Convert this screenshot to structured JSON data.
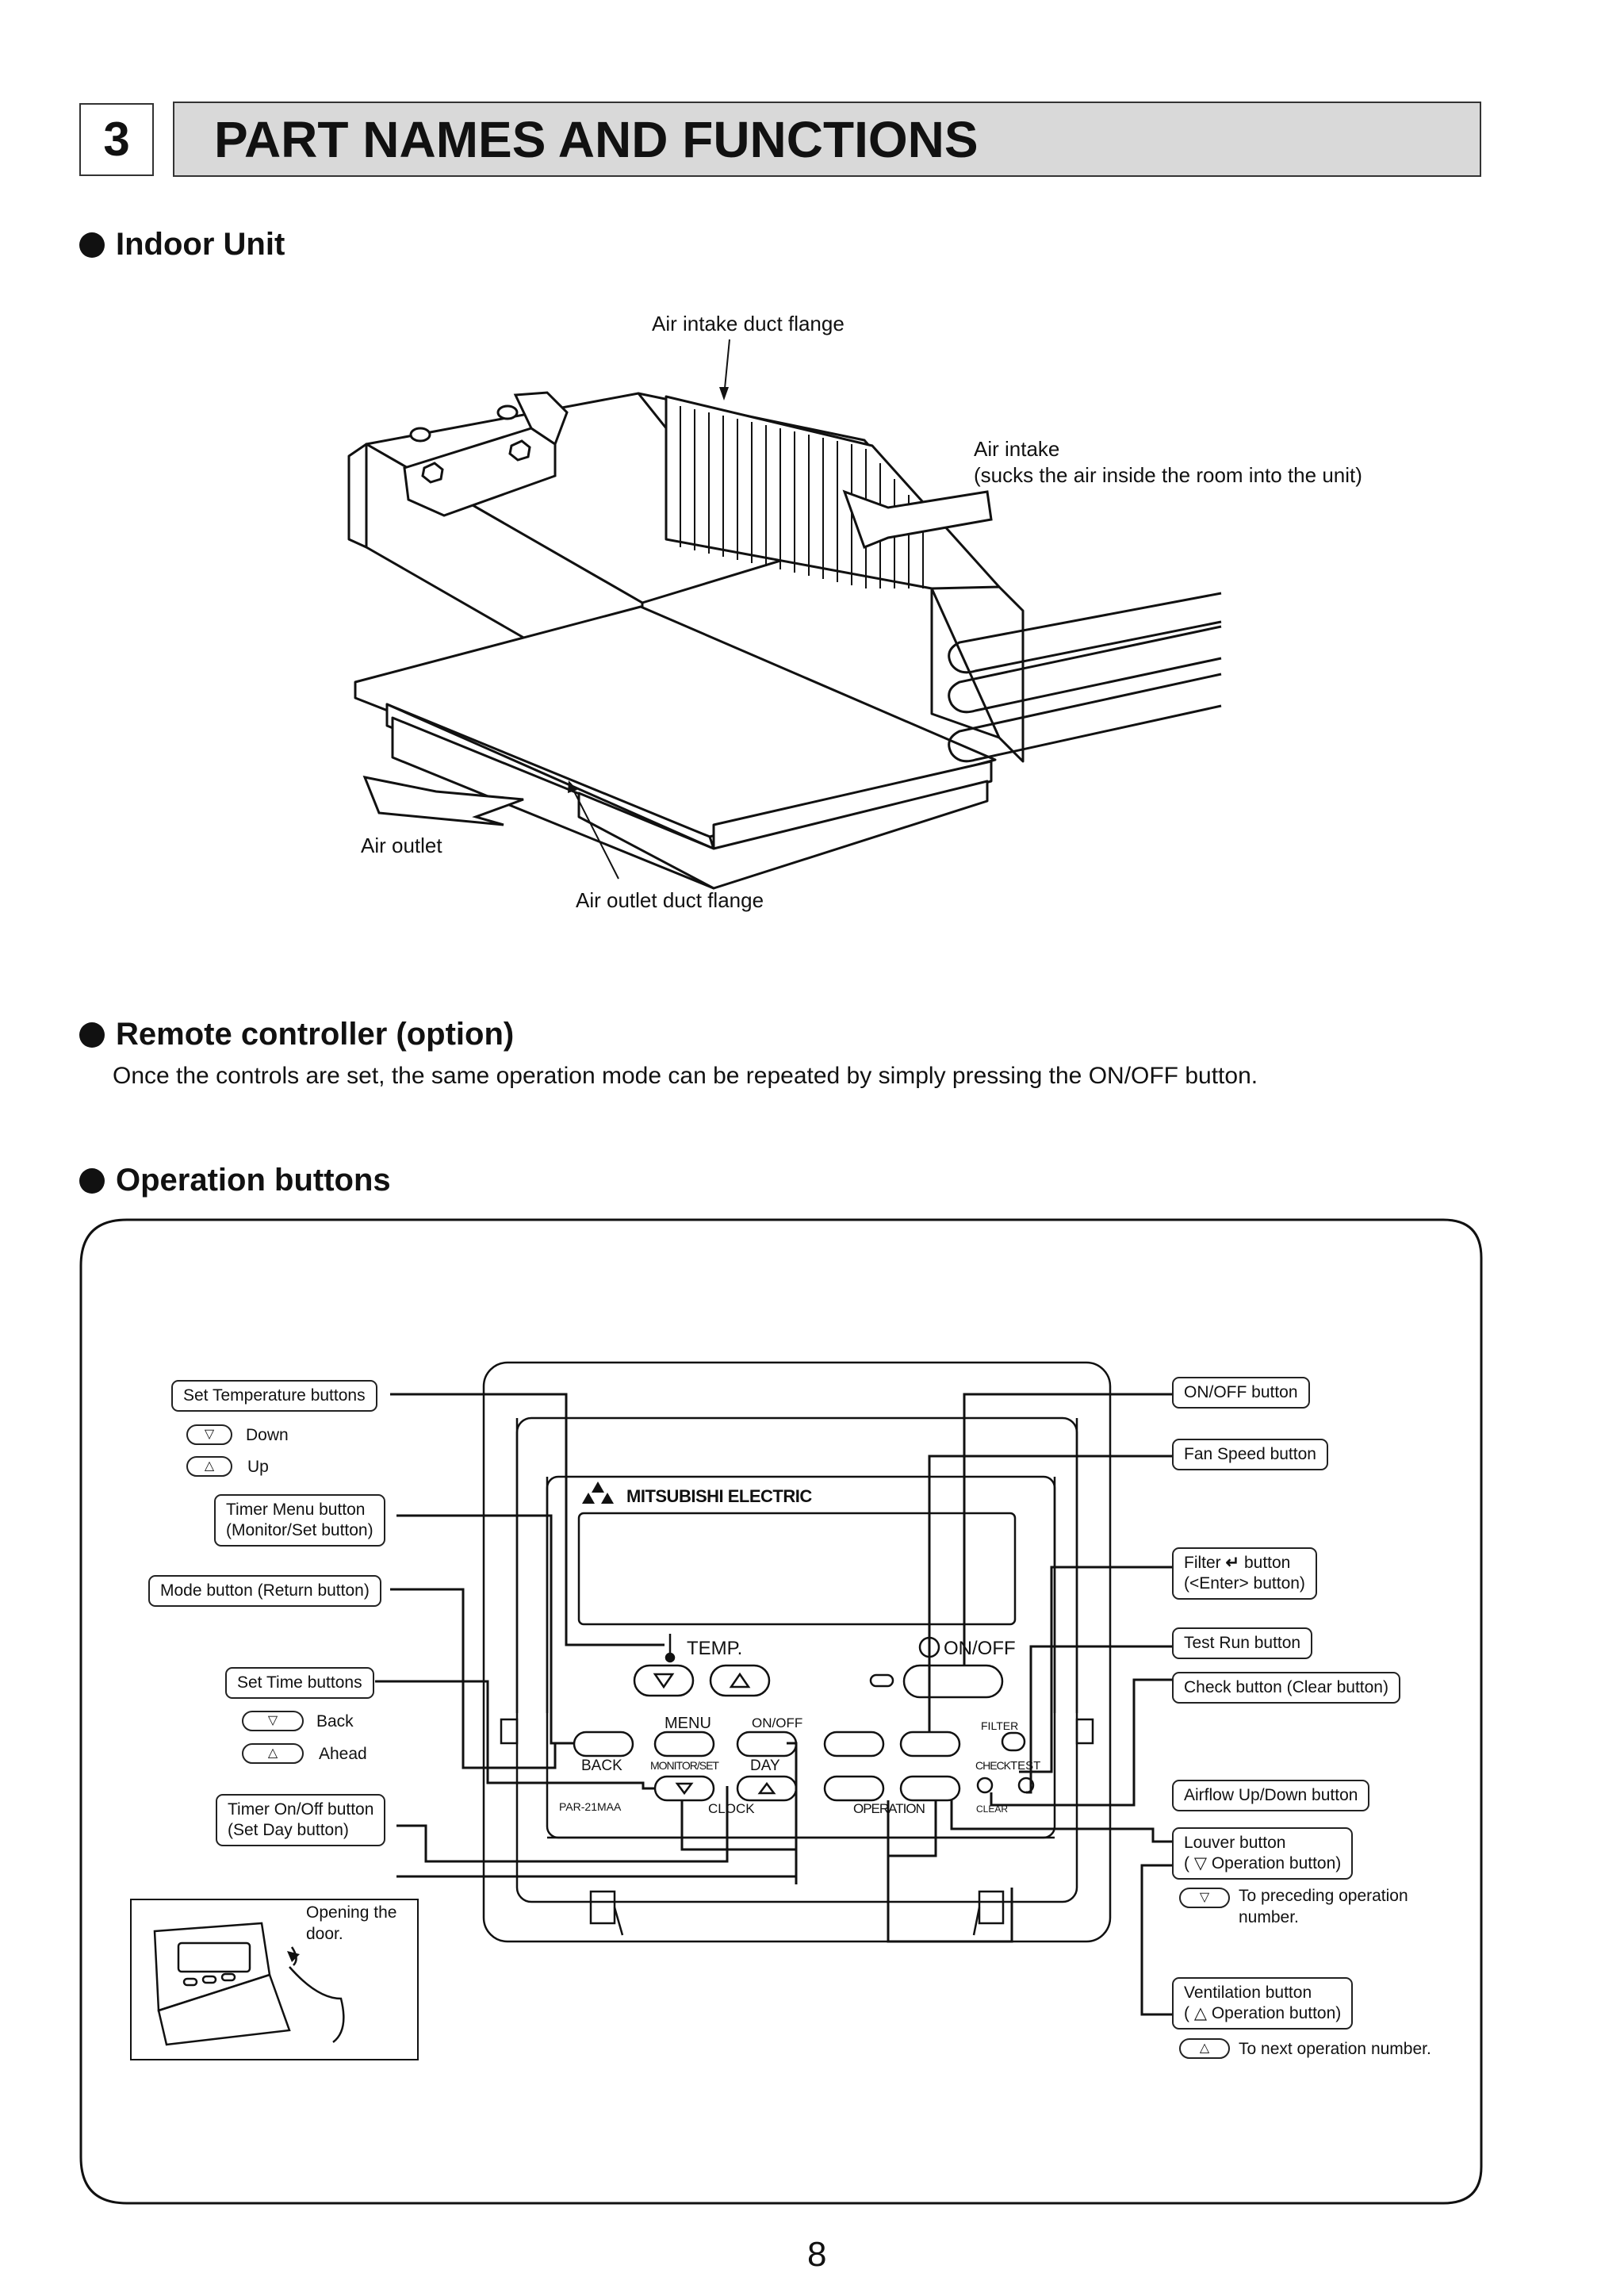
{
  "section": {
    "number": "3",
    "title": "PART NAMES AND FUNCTIONS"
  },
  "indoor": {
    "heading": "Indoor Unit",
    "labels": {
      "air_intake_duct_flange": "Air intake duct flange",
      "air_intake": "Air intake",
      "air_intake_desc": "(sucks the air inside the room into the unit)",
      "air_outlet": "Air outlet",
      "air_outlet_duct_flange": "Air outlet duct flange"
    }
  },
  "remote": {
    "heading": "Remote controller (option)",
    "text": "Once the controls are set, the same operation mode can be repeated by simply pressing the ON/OFF button."
  },
  "operation": {
    "heading": "Operation buttons",
    "left": {
      "set_temp": "Set Temperature buttons",
      "down": "Down",
      "up": "Up",
      "timer_menu_1": "Timer Menu button",
      "timer_menu_2": "(Monitor/Set button)",
      "mode": "Mode button (Return button)",
      "set_time": "Set Time buttons",
      "back": "Back",
      "ahead": "Ahead",
      "timer_onoff_1": "Timer On/Off button",
      "timer_onoff_2": "(Set Day button)",
      "door_1": "Opening the",
      "door_2": "door."
    },
    "right": {
      "onoff": "ON/OFF button",
      "fan_speed": "Fan Speed button",
      "filter_1a": "Filter",
      "filter_1b": "button",
      "filter_2": "(<Enter> button)",
      "test_run": "Test Run button",
      "check": "Check button (Clear button)",
      "airflow": "Airflow Up/Down button",
      "louver_1": "Louver button",
      "louver_2a": "(",
      "louver_2b": "Operation button)",
      "preceding_1": "To preceding operation",
      "preceding_2": "number.",
      "vent_1": "Ventilation button",
      "vent_2a": "(",
      "vent_2b": "Operation button)",
      "next": "To next operation number."
    },
    "controller": {
      "brand": "MITSUBISHI ELECTRIC",
      "temp": "TEMP.",
      "onoff": "ON/OFF",
      "menu": "MENU",
      "timer_onoff": "ON/OFF",
      "back": "BACK",
      "monitor_set": "MONITOR/SET",
      "day": "DAY",
      "clock": "CLOCK",
      "operation": "OPERATION",
      "filter": "FILTER",
      "check": "CHECK",
      "test": "TEST",
      "clear": "CLEAR",
      "model": "PAR-21MAA"
    }
  },
  "page_number": "8"
}
